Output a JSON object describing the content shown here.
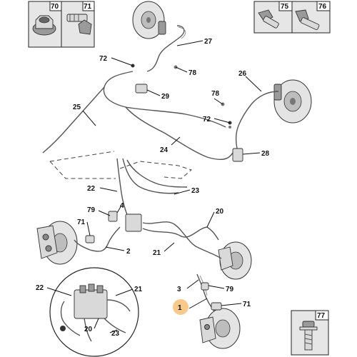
{
  "diagram": {
    "top_left_box": {
      "labels": [
        "70",
        "71"
      ]
    },
    "top_right_box": {
      "labels": [
        "75",
        "76"
      ]
    },
    "bottom_right_box": {
      "labels": [
        "77"
      ]
    },
    "callouts": [
      "27",
      "72",
      "78",
      "29",
      "26",
      "25",
      "78",
      "72",
      "24",
      "28",
      "22",
      "23",
      "79",
      "4",
      "71",
      "2",
      "20",
      "21",
      "3",
      "79",
      "1",
      "71",
      "22",
      "21",
      "20",
      "23"
    ],
    "highlight_color": "#f7c98a"
  }
}
